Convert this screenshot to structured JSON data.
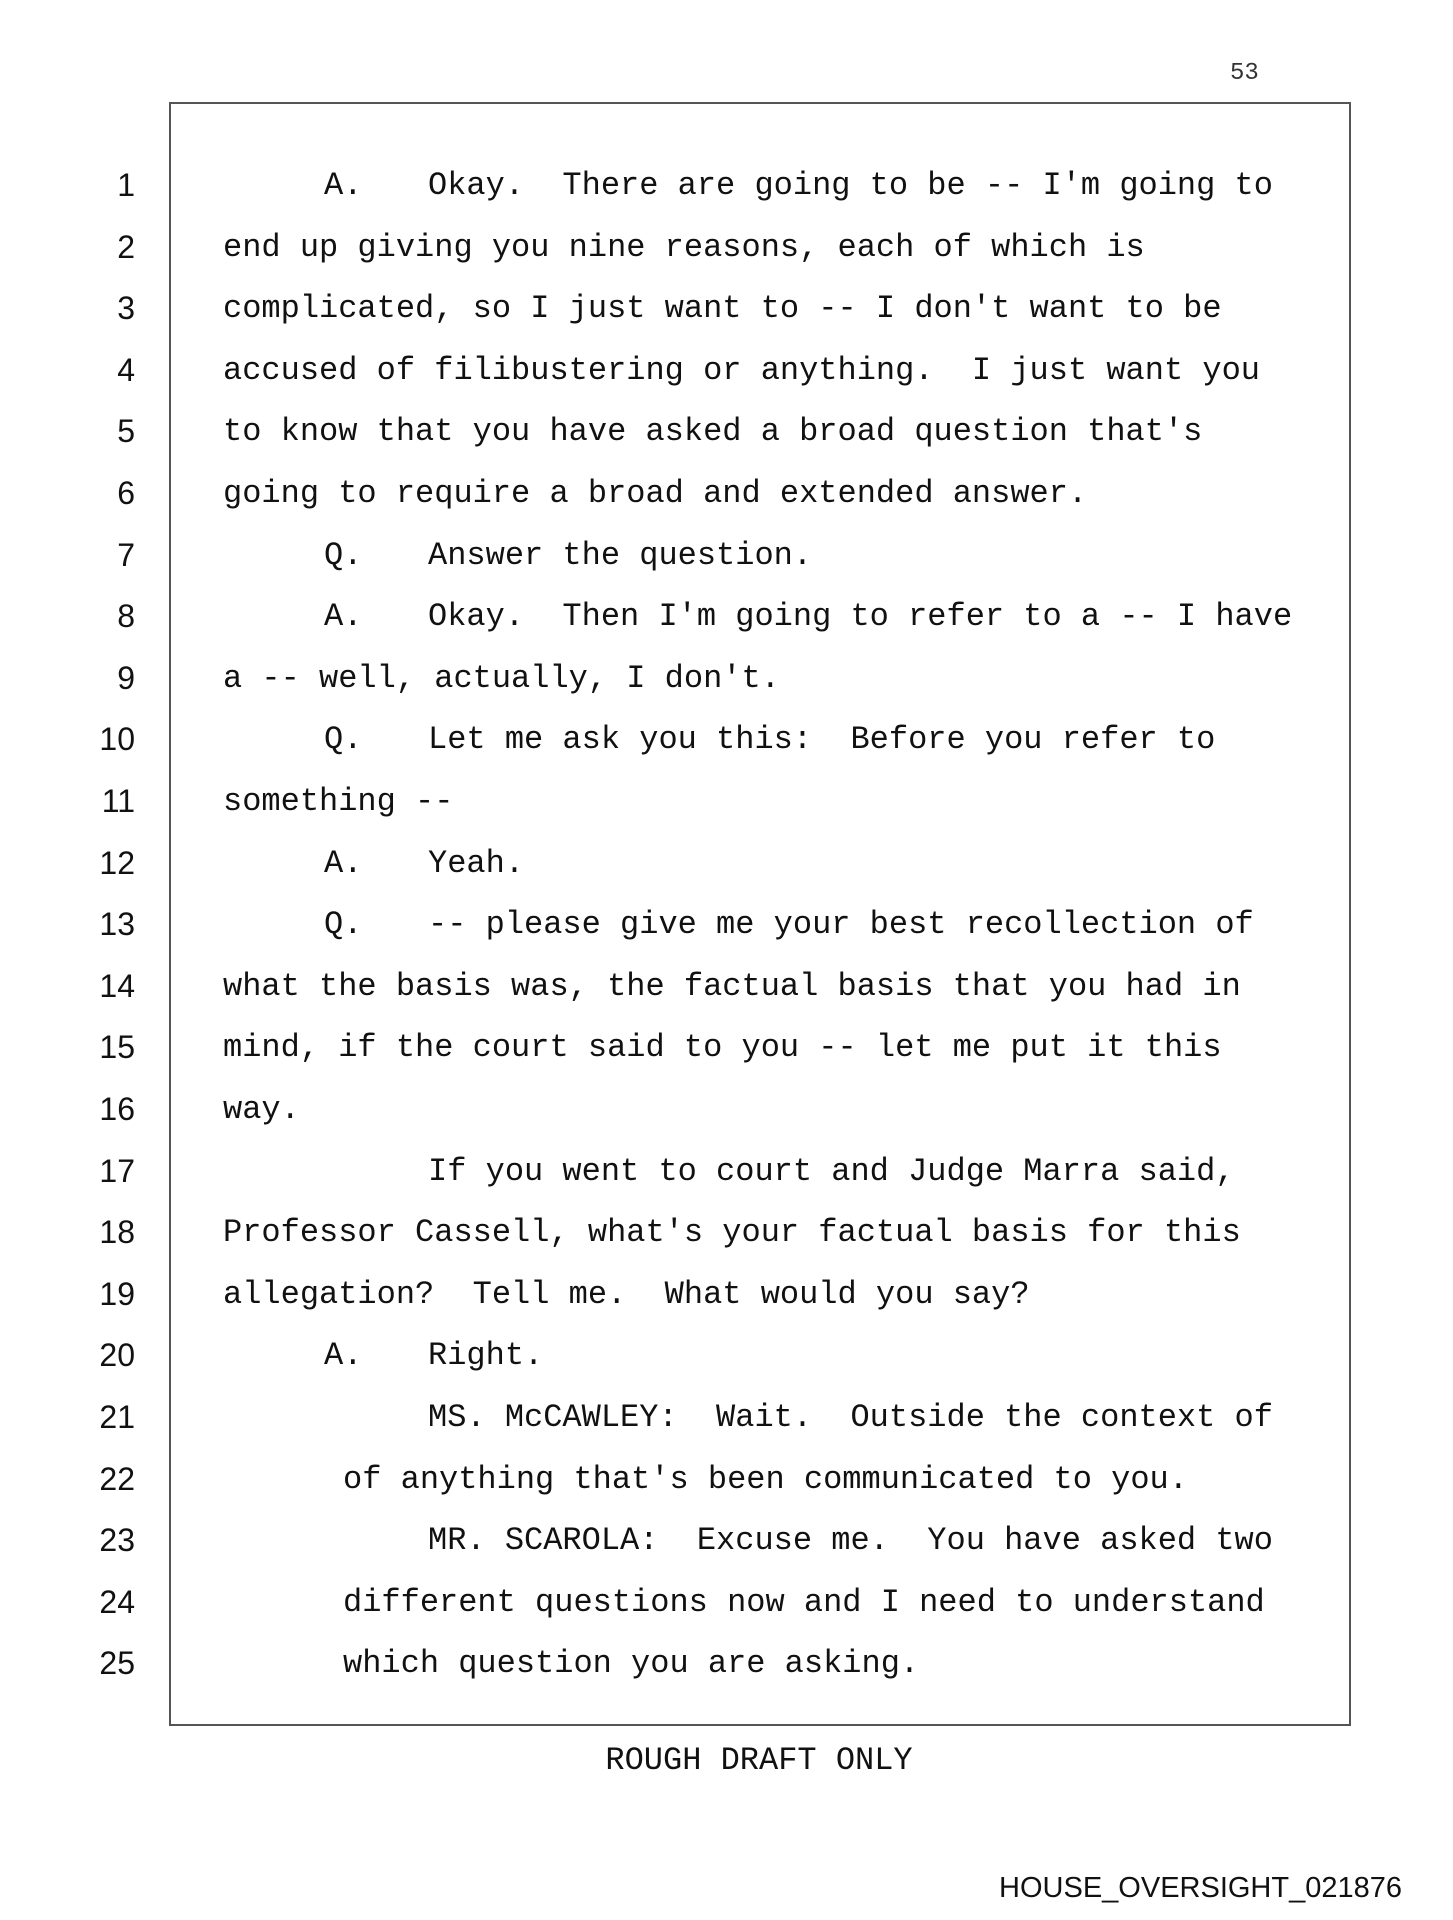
{
  "page_number": "53",
  "footer": "ROUGH DRAFT ONLY",
  "bates": "HOUSE_OVERSIGHT_021876",
  "lines": [
    {
      "n": "1",
      "label": "A.",
      "text": "Okay.  There are going to be -- I'm going to"
    },
    {
      "n": "2",
      "text": "end up giving you nine reasons, each of which is"
    },
    {
      "n": "3",
      "text": "complicated, so I just want to -- I don't want to be"
    },
    {
      "n": "4",
      "text": "accused of filibustering or anything.  I just want you"
    },
    {
      "n": "5",
      "text": "to know that you have asked a broad question that's"
    },
    {
      "n": "6",
      "text": "going to require a broad and extended answer."
    },
    {
      "n": "7",
      "label": "Q.",
      "text": "Answer the question."
    },
    {
      "n": "8",
      "label": "A.",
      "text": "Okay.  Then I'm going to refer to a -- I have"
    },
    {
      "n": "9",
      "text": "a -- well, actually, I don't."
    },
    {
      "n": "10",
      "label": "Q.",
      "text": "Let me ask you this:  Before you refer to"
    },
    {
      "n": "11",
      "text": "something --"
    },
    {
      "n": "12",
      "label": "A.",
      "text": "Yeah."
    },
    {
      "n": "13",
      "label": "Q.",
      "text": "-- please give me your best recollection of"
    },
    {
      "n": "14",
      "text": "what the basis was, the factual basis that you had in"
    },
    {
      "n": "15",
      "text": "mind, if the court said to you -- let me put it this"
    },
    {
      "n": "16",
      "text": "way."
    },
    {
      "n": "17",
      "text": "If you went to court and Judge Marra said,"
    },
    {
      "n": "18",
      "text": "Professor Cassell, what's your factual basis for this"
    },
    {
      "n": "19",
      "text": "allegation?  Tell me.  What would you say?"
    },
    {
      "n": "20",
      "label": "A.",
      "text": "Right."
    },
    {
      "n": "21",
      "text": "MS. McCAWLEY:  Wait.  Outside the context of"
    },
    {
      "n": "22",
      "text": "of anything that's been communicated to you."
    },
    {
      "n": "23",
      "text": "MR. SCAROLA:  Excuse me.  You have asked two"
    },
    {
      "n": "24",
      "text": "different questions now and I need to understand"
    },
    {
      "n": "25",
      "text": "which question you are asking."
    }
  ]
}
